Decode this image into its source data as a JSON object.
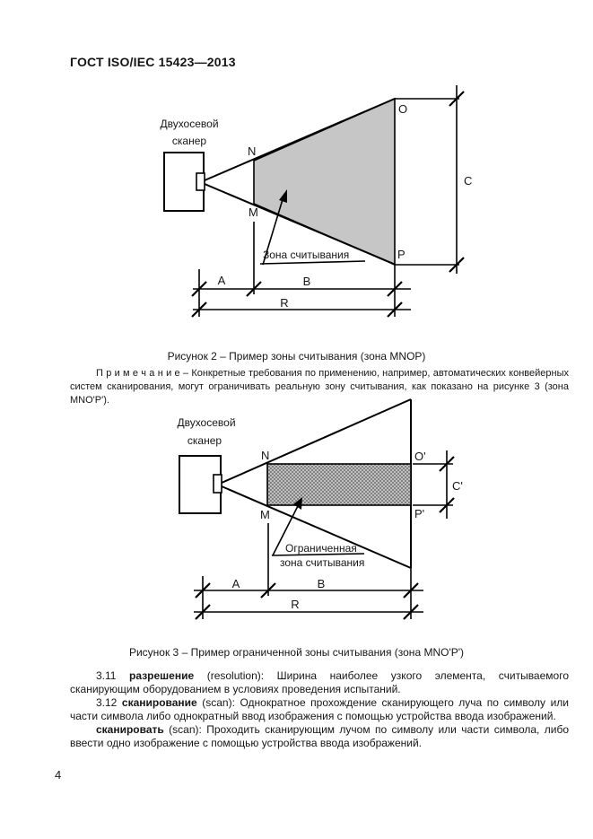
{
  "page": {
    "header": "ГОСТ ISO/IEC 15423—2013",
    "page_number": "4"
  },
  "figure2": {
    "scanner_line1": "Двухосевой",
    "scanner_line2": "сканер",
    "point_n": "N",
    "point_o": "O",
    "point_m": "M",
    "point_p": "P",
    "dim_a": "A",
    "dim_b": "B",
    "dim_c": "C",
    "dim_r": "R",
    "zone_label": "Зона  считывания",
    "caption": "Рисунок 2 – Пример зоны считывания (зона MNOP)"
  },
  "note": {
    "label": "П р и м е ч а н и е",
    "text": " – Конкретные требования по применению, например, автоматических конвейерных систем сканирования, могут ограничивать реальную зону считывания, как показано на рисунке 3 (зона MNO'P')."
  },
  "figure3": {
    "scanner_line1": "Двухосевой",
    "scanner_line2": "сканер",
    "point_n": "N",
    "point_o": "O'",
    "point_m": "M",
    "point_p": "P'",
    "dim_a": "A",
    "dim_b": "B",
    "dim_c": "C'",
    "dim_r": "R",
    "zone_label_line1": "Ограниченная",
    "zone_label_line2": "зона считывания",
    "caption": "Рисунок 3 – Пример ограниченной зоны считывания (зона MNO'P')"
  },
  "terms": {
    "t311_num": "3.11",
    "t311_term": "разрешение",
    "t311_rest": " (resolution): Ширина наиболее узкого элемента, считываемого сканирующим оборудованием в условиях проведения испытаний.",
    "t312_num": "3.12",
    "t312_term": "сканирование",
    "t312_rest": " (scan): Однократное прохождение сканирующего луча по символу или части символа либо однократный ввод изображения с помощью устройства ввода изображений.",
    "t312b_term": "сканировать",
    "t312b_rest": " (scan): Проходить сканирующим лучом по символу или части символа, либо ввести одно изображение с помощью устройства ввода изображений."
  }
}
